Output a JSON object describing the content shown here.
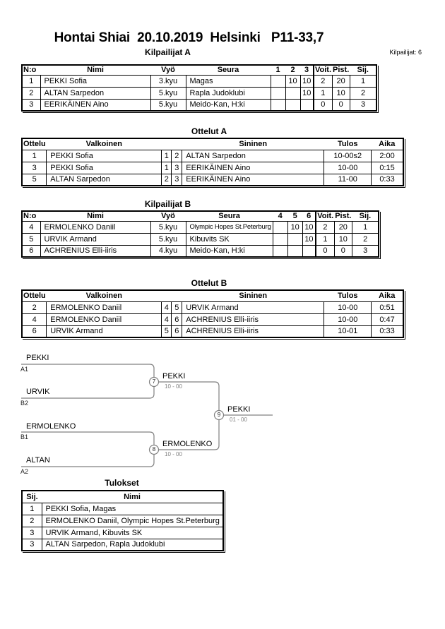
{
  "page": {
    "title": "Hontai Shiai  20.10.2019  Helsinki   P11-33,7",
    "competitors_total": "Kilpailijat: 6"
  },
  "competitors_a": {
    "heading": "Kilpailijat A",
    "headers": [
      "N:o",
      "Nimi",
      "Vyö",
      "Seura",
      "1",
      "2",
      "3",
      "Voit.",
      "Pist.",
      "Sij."
    ],
    "rows": [
      [
        "1",
        "PEKKI Sofia",
        "3.kyu",
        "Magas",
        "",
        "10",
        "10",
        "2",
        "20",
        "1"
      ],
      [
        "2",
        "ALTAN Sarpedon",
        "5.kyu",
        "Rapla Judoklubi",
        "",
        "",
        "10",
        "1",
        "10",
        "2"
      ],
      [
        "3",
        "EERIKÄINEN Aino",
        "5.kyu",
        "Meido-Kan, H:ki",
        "",
        "",
        "",
        "0",
        "0",
        "3"
      ]
    ]
  },
  "matches_a": {
    "heading": "Ottelut A",
    "headers": [
      "Ottelu",
      "Valkoinen",
      "",
      "",
      "Sininen",
      "Tulos",
      "Aika"
    ],
    "rows": [
      [
        "1",
        "PEKKI Sofia",
        "1",
        "2",
        "ALTAN Sarpedon",
        "10-00s2",
        "2:00"
      ],
      [
        "3",
        "PEKKI Sofia",
        "1",
        "3",
        "EERIKÄINEN Aino",
        "10-00",
        "0:15"
      ],
      [
        "5",
        "ALTAN Sarpedon",
        "2",
        "3",
        "EERIKÄINEN Aino",
        "11-00",
        "0:33"
      ]
    ]
  },
  "competitors_b": {
    "heading": "Kilpailijat B",
    "headers": [
      "N:o",
      "Nimi",
      "Vyö",
      "Seura",
      "4",
      "5",
      "6",
      "Voit.",
      "Pist.",
      "Sij."
    ],
    "rows": [
      [
        "4",
        "ERMOLENKO Daniil",
        "5.kyu",
        "Olympic Hopes St.Peterburg",
        "",
        "10",
        "10",
        "2",
        "20",
        "1"
      ],
      [
        "5",
        "URVIK Armand",
        "5.kyu",
        "Kibuvits SK",
        "",
        "",
        "10",
        "1",
        "10",
        "2"
      ],
      [
        "6",
        "ACHRENIUS Elli-iiris",
        "4.kyu",
        "Meido-Kan, H:ki",
        "",
        "",
        "",
        "0",
        "0",
        "3"
      ]
    ]
  },
  "matches_b": {
    "heading": "Ottelut B",
    "headers": [
      "Ottelu",
      "Valkoinen",
      "",
      "",
      "Sininen",
      "Tulos",
      "Aika"
    ],
    "rows": [
      [
        "2",
        "ERMOLENKO Daniil",
        "4",
        "5",
        "URVIK Armand",
        "10-00",
        "0:51"
      ],
      [
        "4",
        "ERMOLENKO Daniil",
        "4",
        "6",
        "ACHRENIUS Elli-iiris",
        "10-00",
        "0:47"
      ],
      [
        "6",
        "URVIK Armand",
        "5",
        "6",
        "ACHRENIUS Elli-iiris",
        "10-01",
        "0:33"
      ]
    ]
  },
  "bracket": {
    "line_color": "#808080",
    "semifinal_1": {
      "match_no": "7",
      "top_name": "PEKKI",
      "top_seed": "A1",
      "bottom_name": "URVIK",
      "bottom_seed": "B2",
      "winner": "PEKKI",
      "score": "10 - 00"
    },
    "semifinal_2": {
      "match_no": "8",
      "top_name": "ERMOLENKO",
      "top_seed": "B1",
      "bottom_name": "ALTAN",
      "bottom_seed": "A2",
      "winner": "ERMOLENKO",
      "score": "10 - 00"
    },
    "final": {
      "match_no": "9",
      "winner": "PEKKI",
      "score": "01 - 00"
    }
  },
  "results": {
    "heading": "Tulokset",
    "headers": [
      "Sij.",
      "Nimi"
    ],
    "rows": [
      [
        "1",
        "PEKKI Sofia, Magas"
      ],
      [
        "2",
        "ERMOLENKO Daniil, Olympic Hopes St.Peterburg"
      ],
      [
        "3",
        "URVIK Armand, Kibuvits SK"
      ],
      [
        "3",
        "ALTAN Sarpedon, Rapla Judoklubi"
      ]
    ]
  }
}
